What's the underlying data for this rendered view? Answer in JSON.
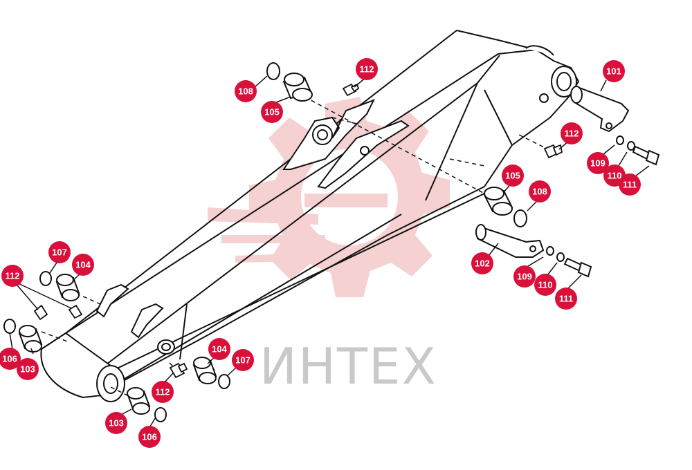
{
  "watermark": {
    "text": "ИНТЕХ"
  },
  "colors": {
    "callout": "#d9103a",
    "line": "#111111",
    "watermark_gear": "#f4c9c9",
    "watermark_text": "#c9c9c9"
  },
  "callouts": [
    {
      "label": "101"
    },
    {
      "label": "102"
    },
    {
      "label": "103"
    },
    {
      "label": "103"
    },
    {
      "label": "104"
    },
    {
      "label": "104"
    },
    {
      "label": "105"
    },
    {
      "label": "105"
    },
    {
      "label": "106"
    },
    {
      "label": "106"
    },
    {
      "label": "107"
    },
    {
      "label": "107"
    },
    {
      "label": "108"
    },
    {
      "label": "108"
    },
    {
      "label": "109"
    },
    {
      "label": "109"
    },
    {
      "label": "110"
    },
    {
      "label": "110"
    },
    {
      "label": "111"
    },
    {
      "label": "111"
    },
    {
      "label": "112"
    },
    {
      "label": "112"
    },
    {
      "label": "112"
    },
    {
      "label": "112"
    }
  ]
}
